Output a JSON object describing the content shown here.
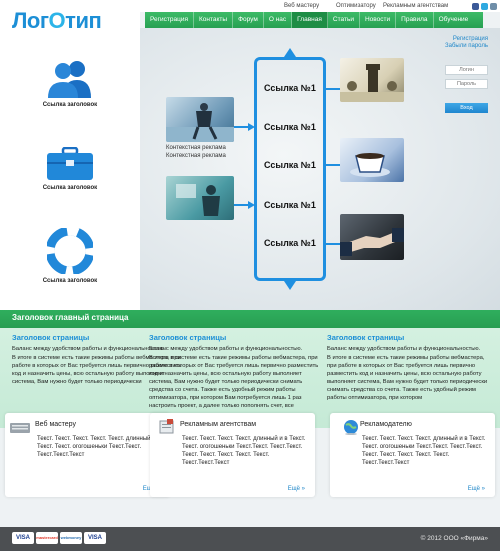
{
  "logo": {
    "part1": "Лог",
    "part2": "О",
    "part3": "тип"
  },
  "sidebar": [
    {
      "label": "Ссылка заголовок",
      "icon": "users-icon"
    },
    {
      "label": "Ссылка заголовок",
      "icon": "briefcase-icon"
    },
    {
      "label": "Ссылка заголовок",
      "icon": "lifebuoy-icon"
    }
  ],
  "topbar": {
    "link1": "Веб мастеру",
    "link2": "Оптимизатору",
    "link3": "Рекламным агентствам"
  },
  "nav": [
    "Регистрация",
    "Контакты",
    "Форум",
    "О нас",
    "Главная",
    "Статьи",
    "Новости",
    "Правила",
    "Обучение"
  ],
  "login": {
    "register": "Регистрация",
    "forgot": "Забыли пароль",
    "login_placeholder": "Логин",
    "password_placeholder": "Пароль",
    "submit": "Вход"
  },
  "hero": {
    "links": [
      "Ссылка №1",
      "Ссылка №1",
      "Ссылка №1",
      "Ссылка №1",
      "Ссылка №1"
    ],
    "caption1": "Контекстная реклама",
    "caption2": "Контекстная реклама"
  },
  "section": {
    "title": "Заголовок главный страница",
    "columns": [
      {
        "heading": "Заголовок страницы",
        "p1": "Баланс между удобством работы и функциональностью.",
        "p2": "В итоге в системе есть такие режимы работы вебмастера, при работе в которых от Вас требуется лишь первично разместить код и назначить цены, всю остальную работу выполняет система, Вам нужно будет только периодически"
      },
      {
        "heading": "Заголовок страницы",
        "p1": "Баланс между удобством работы и функциональностью.",
        "p2": "В итоге в системе есть такие режимы работы вебмастера, при работе в которых от Вас требуется лишь первично разместить код и назначить цены, всю остальную работу выполняет система, Вам нужно будет только периодически снимать средства со счета. Также есть удобный режим работы оптимизатора, при котором Вам потребуется лишь 1 раз настроить проект, а далее только пополнять счет, все"
      },
      {
        "heading": "Заголовок страницы",
        "p1": "Баланс между удобством работы и функциональностью.",
        "p2": "В итоге в системе есть такие режимы работы вебмастера, при работе в которых от Вас требуется лишь первично разместить код и назначить цены, всю остальную работу выполняет система, Вам нужно будет только периодически снимать средства со счета. Также есть удобный режим работы оптимизатора, при котором"
      }
    ]
  },
  "cards": [
    {
      "title": "Веб мастеру",
      "text": "Текст. Текст. Текст. Текст. Текст. длинный и в Текст. Текст. огогошеньки Текст.Текст. Текст.Текст.Текст",
      "more": "Ещё »",
      "icon": "keyboard-icon"
    },
    {
      "title": "Рекламным агентствам",
      "text": "Текст. Текст. Текст. Текст. длинный и в Текст. Текст. огогошеньки Текст.Текст. Текст.Текст. Текст. Текст. Текст. Текст. Текст. Текст.Текст.Текст",
      "more": "Ещё »",
      "icon": "document-icon"
    },
    {
      "title": "Рекламодателю",
      "text": "Текст. Текст. Текст. Текст. длинный и в Текст. Текст. огогошеньки Текст.Текст. Текст.Текст. Текст. Текст. Текст. Текст. Текст. Текст.Текст.Текст",
      "more": "Ещё »",
      "icon": "globe-icon"
    }
  ],
  "footer": {
    "payments": [
      "VISA",
      "mastercard",
      "webmoney",
      "VISA"
    ],
    "copyright": "© 2012 ООО «Фирма»"
  },
  "colors": {
    "accent_blue": "#1f8fe0",
    "green": "#2fae5d",
    "footer": "#4c4f52"
  }
}
